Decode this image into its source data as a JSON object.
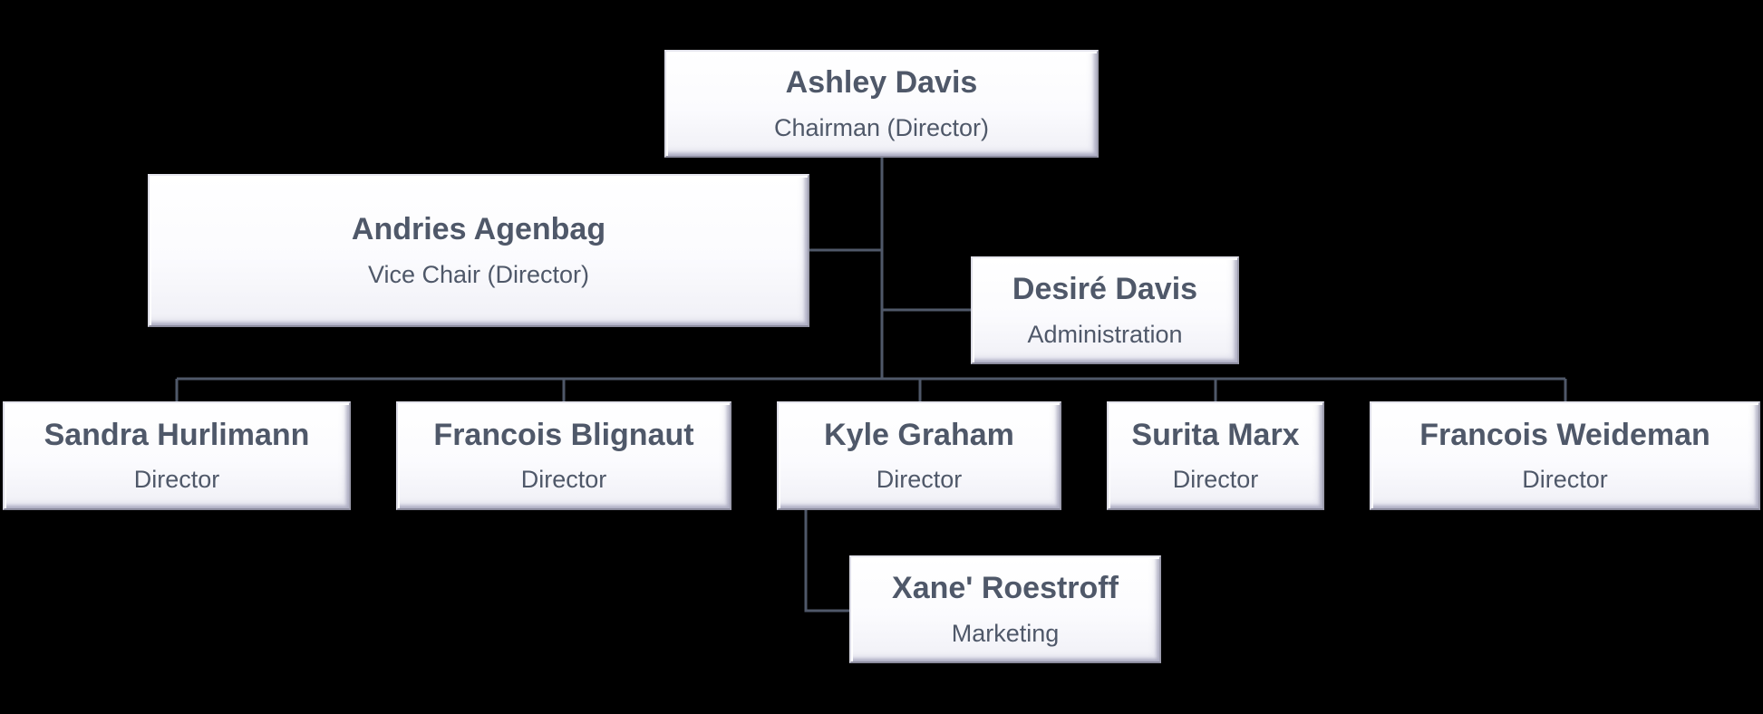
{
  "chart": {
    "nodes": {
      "chair": {
        "name": "Ashley Davis",
        "role": "Chairman (Director)"
      },
      "vice_chair": {
        "name": "Andries Agenbag",
        "role": "Vice Chair (Director)"
      },
      "administration": {
        "name": "Desiré Davis",
        "role": "Administration"
      },
      "director_1": {
        "name": "Sandra Hurlimann",
        "role": "Director"
      },
      "director_2": {
        "name": "Francois Blignaut",
        "role": "Director"
      },
      "director_3": {
        "name": "Kyle Graham",
        "role": "Director"
      },
      "director_4": {
        "name": "Surita Marx",
        "role": "Director"
      },
      "director_5": {
        "name": "Francois Weideman",
        "role": "Director"
      },
      "marketing": {
        "name": "Xane' Roestroff",
        "role": "Marketing"
      }
    },
    "line_color": "#4f5869",
    "text_color": "#4f5869",
    "background_color": "#000000"
  }
}
